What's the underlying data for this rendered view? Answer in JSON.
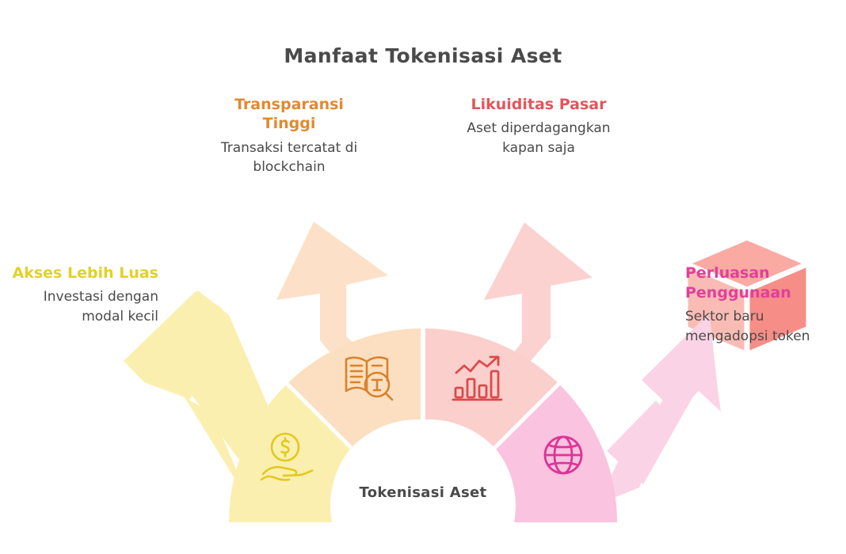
{
  "page": {
    "title": "Manfaat Tokenisasi Aset",
    "center_label": "Tokenisasi Aset",
    "background": "#ffffff",
    "text_color": "#4a4a4a"
  },
  "branches": [
    {
      "id": "akses",
      "title": "Akses Lebih Luas",
      "description": "Investasi dengan modal kecil",
      "title_color": "#E2D02B",
      "segment_color": "#FAEFAE",
      "arrow_color": "#FAEFAE",
      "icon": "hand-holding-dollar-icon",
      "icon_color": "#E2C91F",
      "align": "right"
    },
    {
      "id": "transparansi",
      "title": "Transparansi Tinggi",
      "description": "Transaksi tercatat di blockchain",
      "title_color": "#E08A30",
      "segment_color": "#FBDFC0",
      "arrow_color": "#FCE1C8",
      "icon": "book-magnifier-text-icon",
      "icon_color": "#D9822B",
      "align": "center"
    },
    {
      "id": "likuiditas",
      "title": "Likuiditas Pasar",
      "description": "Aset diperdagangkan kapan saja",
      "title_color": "#E2565B",
      "segment_color": "#FBCFCC",
      "arrow_color": "#FBD2D0",
      "icon": "bar-chart-growth-icon",
      "icon_color": "#DC4A4A",
      "align": "center"
    },
    {
      "id": "perluasan",
      "title": "Perluasan Penggunaan",
      "description": "Sektor baru mengadopsi token",
      "title_color": "#E0409B",
      "segment_color": "#FAC3E0",
      "arrow_color": "#FBD3E6",
      "icon": "globe-icon",
      "icon_color": "#DD3596",
      "align": "left"
    }
  ],
  "decorations": {
    "cube": {
      "name": "3d-cube-icon",
      "top_color": "#FBA9A3",
      "left_color": "#F9BDB6",
      "right_color": "#F79891",
      "edge_color": "#ffffff"
    }
  }
}
